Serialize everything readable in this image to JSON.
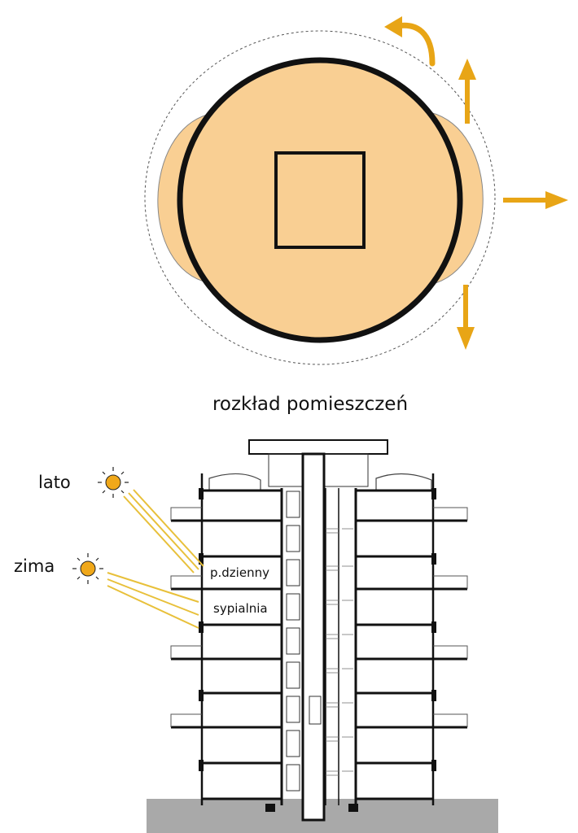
{
  "plan": {
    "caption": "rozkład pomieszczeń",
    "colors": {
      "fill": "#f9cf93",
      "outline": "#111111",
      "arrow": "#e8a516"
    }
  },
  "section": {
    "labels": {
      "summer": "lato",
      "winter": "zima",
      "day_room": "p.dzienny",
      "bedroom": "sypialnia"
    },
    "colors": {
      "sun": "#f0a81a",
      "rays": "#e8c03a",
      "ground": "#a9a9a9",
      "structure": "#111111"
    }
  }
}
